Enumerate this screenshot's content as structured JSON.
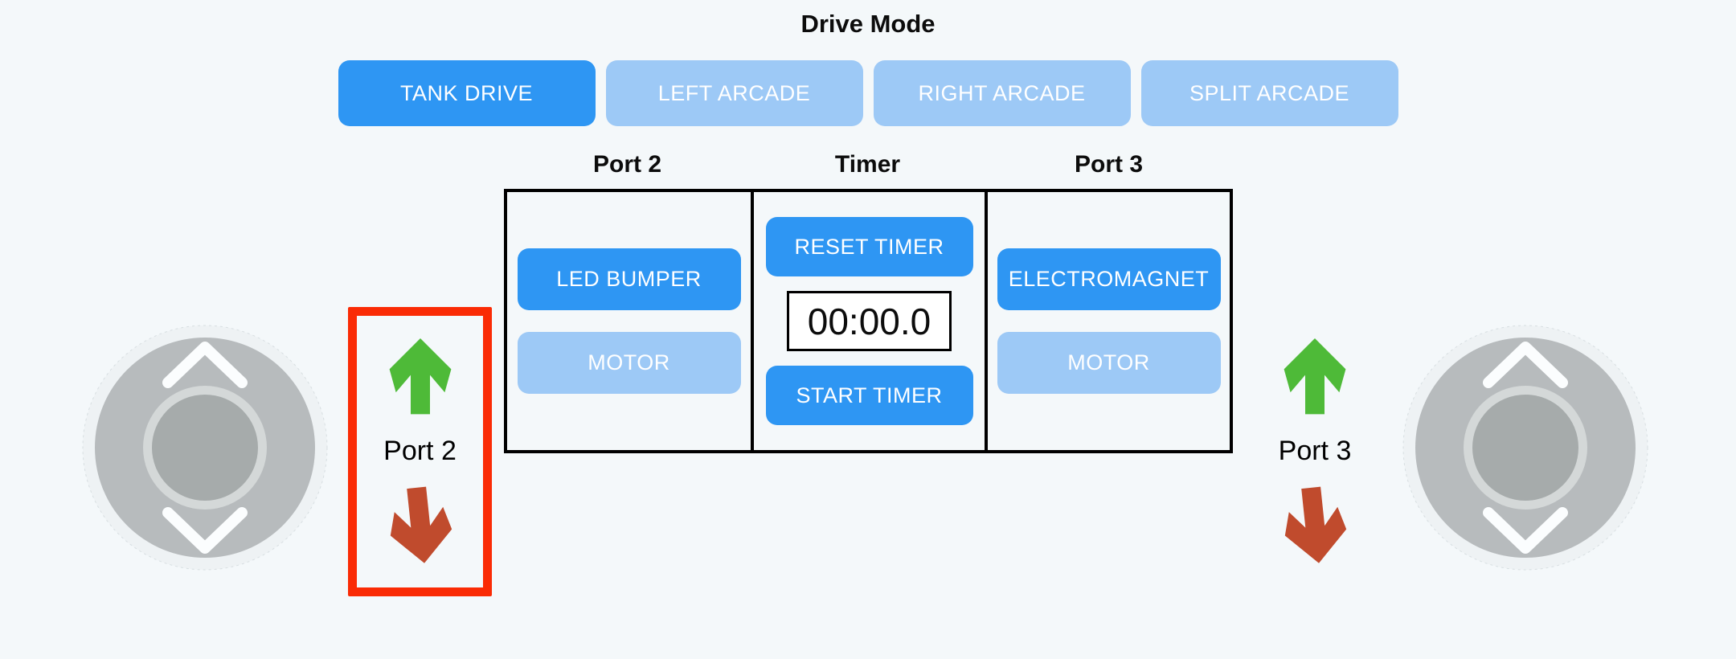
{
  "title": "Drive Mode",
  "drive_mode": {
    "buttons": [
      {
        "label": "TANK DRIVE",
        "active": true
      },
      {
        "label": "LEFT ARCADE",
        "active": false
      },
      {
        "label": "RIGHT ARCADE",
        "active": false
      },
      {
        "label": "SPLIT ARCADE",
        "active": false
      }
    ]
  },
  "panel": {
    "columns": [
      {
        "header": "Port 2",
        "buttons": [
          {
            "label": "LED BUMPER",
            "state": "active"
          },
          {
            "label": "MOTOR",
            "state": "inactive"
          }
        ]
      },
      {
        "header": "Timer",
        "buttons": [
          {
            "label": "RESET TIMER",
            "state": "active"
          },
          {
            "label": "START TIMER",
            "state": "active"
          }
        ],
        "display": "00:00.0"
      },
      {
        "header": "Port 3",
        "buttons": [
          {
            "label": "ELECTROMAGNET",
            "state": "active"
          },
          {
            "label": "MOTOR",
            "state": "inactive"
          }
        ]
      }
    ]
  },
  "side_controls": {
    "left": {
      "label": "Port 2",
      "up_icon": "green-up-arrow",
      "down_icon": "red-down-arrow",
      "highlighted": true
    },
    "right": {
      "label": "Port 3",
      "up_icon": "green-up-arrow",
      "down_icon": "red-down-arrow",
      "highlighted": false
    }
  },
  "joysticks": {
    "left": "vertical-joystick",
    "right": "vertical-joystick"
  },
  "colors": {
    "background": "#f4f8fa",
    "active_button": "#2e96f3",
    "inactive_button": "#9dc9f6",
    "button_text": "#ffffff",
    "up_arrow": "#4eba38",
    "down_arrow": "#c04b2d",
    "highlight_border": "#fa2b05",
    "table_border": "#000000",
    "joystick_body": "#b7bbbd",
    "joystick_knob": "#a6abab",
    "joystick_knob_ring": "#d4d8d8"
  }
}
